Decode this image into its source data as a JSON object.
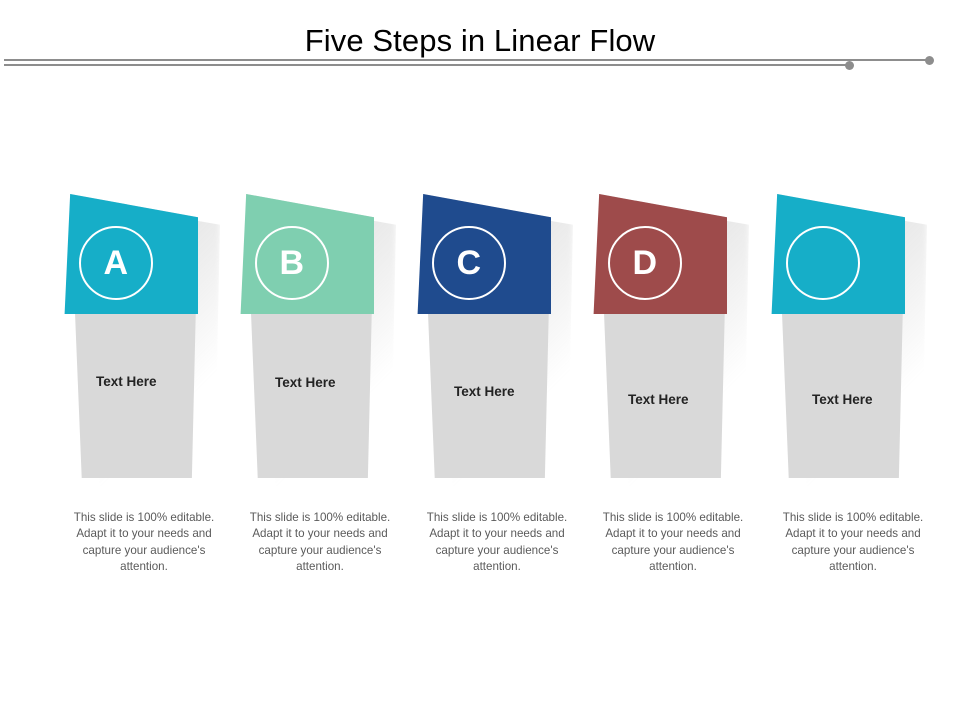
{
  "slide": {
    "title": "Five Steps in Linear Flow",
    "background_color": "#FFFFFF"
  },
  "divider": {
    "line_color": "#8D8D8D",
    "dot_color": "#8D8D8D"
  },
  "steps": [
    {
      "id": "step-a",
      "letter": "A",
      "label": "Text Here",
      "description": "This slide is 100% editable. Adapt it to your needs and capture your audience's attention.",
      "accent_color": "#16AEC8",
      "body_color": "#D9D9D9",
      "circle_color": "#FFFFFF",
      "has_letter": true
    },
    {
      "id": "step-b",
      "letter": "B",
      "label": "Text Here",
      "description": "This slide is 100% editable. Adapt it to your needs and capture your audience's attention.",
      "accent_color": "#7FCFB0",
      "body_color": "#D9D9D9",
      "circle_color": "#FFFFFF",
      "has_letter": true
    },
    {
      "id": "step-c",
      "letter": "C",
      "label": "Text Here",
      "description": "This slide is 100% editable. Adapt it to your needs and capture your audience's attention.",
      "accent_color": "#1F4B8E",
      "body_color": "#D9D9D9",
      "circle_color": "#FFFFFF",
      "has_letter": true
    },
    {
      "id": "step-d",
      "letter": "D",
      "label": "Text Here",
      "description": "This slide is 100% editable. Adapt it to your needs and capture your audience's attention.",
      "accent_color": "#9E4B4B",
      "body_color": "#D9D9D9",
      "circle_color": "#FFFFFF",
      "has_letter": true
    },
    {
      "id": "step-e",
      "letter": "",
      "label": "Text Here",
      "description": "This slide is 100% editable. Adapt it to your needs and capture your audience's attention.",
      "accent_color": "#16AEC8",
      "body_color": "#D9D9D9",
      "circle_color": "#FFFFFF",
      "has_letter": false
    }
  ]
}
